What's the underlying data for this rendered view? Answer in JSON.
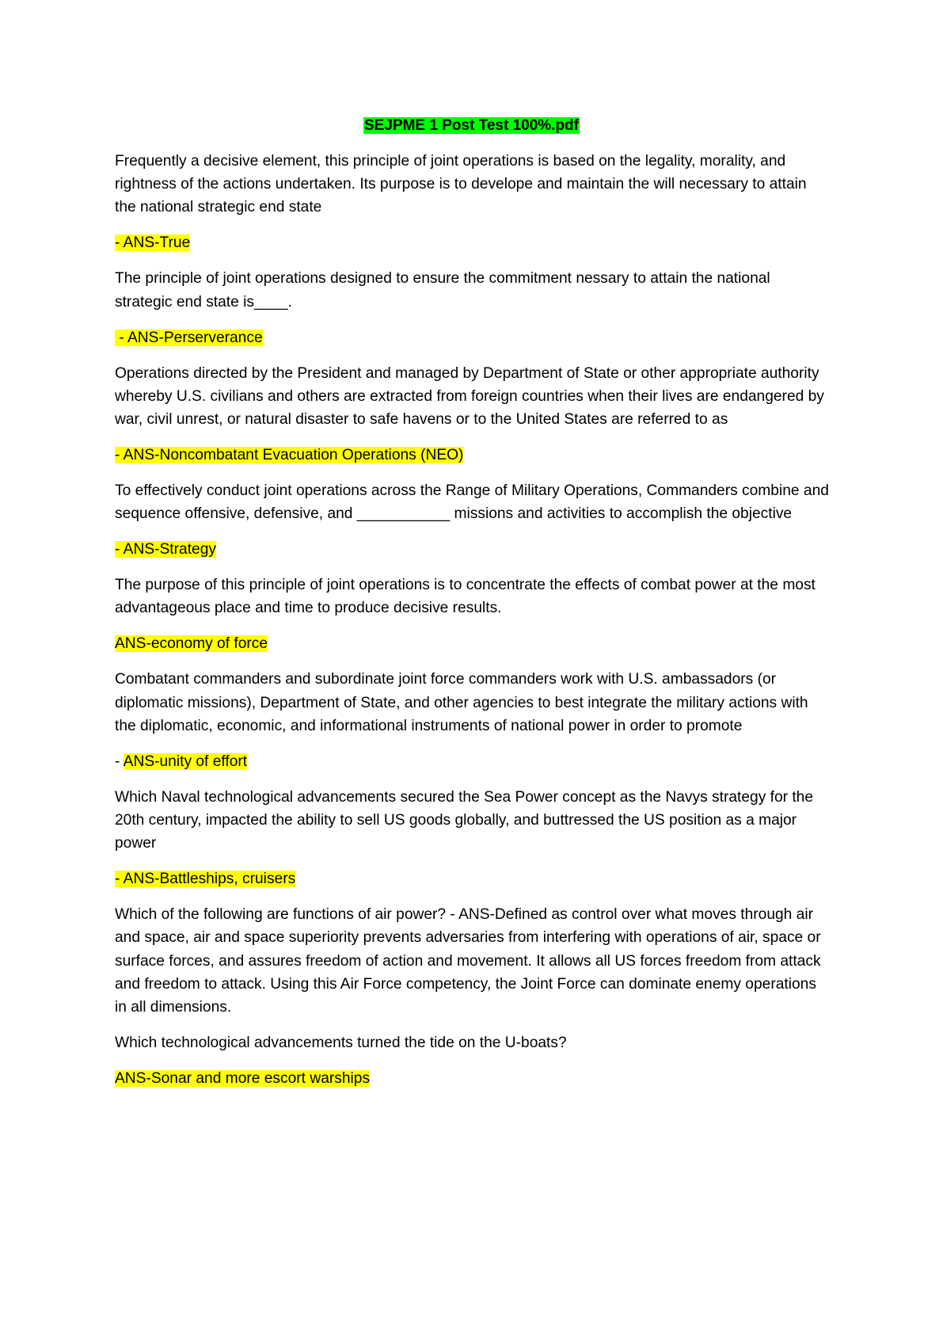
{
  "document": {
    "title": "SEJPME 1 Post Test 100%.pdf",
    "colors": {
      "title_highlight": "#00ff00",
      "answer_highlight": "#ffff00"
    },
    "items": [
      {
        "question": "Frequently a decisive element, this principle of joint operations is based on the legality, morality, and rightness of the actions undertaken. Its purpose is to develope and maintain the will necessary to attain the national strategic end state",
        "answer_prefix": "",
        "answer": "- ANS-True"
      },
      {
        "question": "The principle of joint operations designed to ensure the commitment nessary to attain the national strategic end state is____.",
        "answer_prefix": " ",
        "answer": "- ANS-Perserverance"
      },
      {
        "question": "Operations directed by the President and managed by Department of State or other appropriate authority whereby U.S. civilians and others are extracted from foreign countries when their lives are endangered by war, civil unrest, or natural disaster to safe havens or to the United States are referred to as",
        "answer_prefix": "",
        "answer": "- ANS-Noncombatant Evacuation Operations (NEO)"
      },
      {
        "question": "To effectively conduct joint operations across the Range of Military Operations, Commanders combine and sequence offensive, defensive, and ___________ missions and activities to accomplish the objective",
        "answer_prefix": "",
        "answer": "- ANS-Strategy"
      },
      {
        "question": "The purpose of this principle of joint operations is to concentrate the effects of combat power at the most advantageous place and time to produce decisive results.",
        "answer_prefix": "",
        "answer": "ANS-economy of force"
      },
      {
        "question": "Combatant commanders and subordinate joint force commanders work with U.S. ambassadors (or diplomatic missions), Department of State, and other agencies to best integrate the military actions with the diplomatic, economic, and informational instruments of national power in order to promote",
        "answer_prefix": "- ",
        "answer": "ANS-unity of effort"
      },
      {
        "question": "Which Naval technological advancements secured the Sea Power concept as the Navys strategy for the 20th century, impacted the ability to sell US goods globally, and buttressed the US position as a major power",
        "answer_prefix": "",
        "answer": "- ANS-Battleships, cruisers"
      },
      {
        "question": "Which of the following are functions of air power? - ANS-Defined as control over what moves through air and space, air and space superiority prevents adversaries from interfering with operations of air, space or surface forces, and assures freedom of action and movement. It allows all US forces freedom from attack and freedom to attack. Using this Air Force competency, the Joint Force can dominate enemy operations in all dimensions.",
        "answer_prefix": "",
        "answer": ""
      },
      {
        "question": "Which technological advancements turned the tide on the U-boats?",
        "answer_prefix": "",
        "answer": "ANS-Sonar and more escort warships"
      }
    ]
  }
}
